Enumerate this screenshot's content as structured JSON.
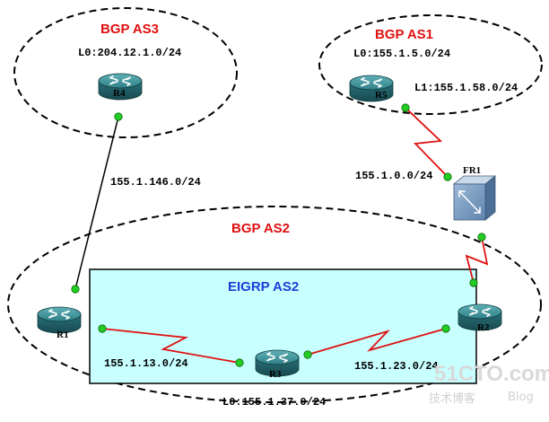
{
  "groups": {
    "as3": "BGP AS3",
    "as1": "BGP AS1",
    "as2": "BGP AS2",
    "eigrp": "EIGRP AS2"
  },
  "devices": {
    "r1": "R1",
    "r2": "R2",
    "r3": "R3",
    "r4": "R4",
    "r5": "R5",
    "fr1": "FR1"
  },
  "networks": {
    "r4_loopback": "L0:204.12.1.0/24",
    "r5_loopback0": "L0:155.1.5.0/24",
    "r5_loopback1": "L1:155.1.58.0/24",
    "r1_r4": "155.1.146.0/24",
    "frame_relay": "155.1.0.0/24",
    "r1_r3": "155.1.13.0/24",
    "r2_r3": "155.1.23.0/24",
    "r3_loopback": "L0:155.1.37.0/24"
  },
  "watermark": {
    "site": "51CTO.com",
    "sub": "技术博客",
    "blog": "Blog"
  },
  "colors": {
    "as_title": "#e01010",
    "eigrp_title": "#1a3fd6",
    "eigrp_fill": "#c8ffff",
    "router_body": "#2f7f86",
    "serial_link": "#e01010",
    "port_dot": "#22cc22"
  }
}
